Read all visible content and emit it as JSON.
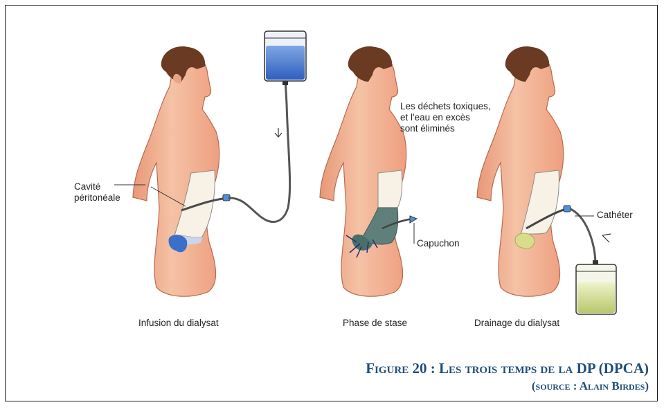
{
  "figure": {
    "labels": {
      "cavite": "Cavité\npéritonéale",
      "dechets": "Les déchets toxiques,\net l'eau en excès\nsont éliminés",
      "capuchon": "Capuchon",
      "catheter": "Cathéter"
    },
    "panels": [
      {
        "caption": "Infusion du dialysat"
      },
      {
        "caption": "Phase de stase"
      },
      {
        "caption": "Drainage du dialysat"
      }
    ],
    "colors": {
      "skin": "#f2b496",
      "skin_shadow": "#e08a6e",
      "hair": "#6b3a22",
      "dialysate_blue": "#3b6fc8",
      "stasis_gray": "#5f7f7b",
      "drain_yellow": "#d9dc8a"
    }
  },
  "caption": {
    "title": "Figure 20 : Les trois temps de la DP (DPCA)",
    "source": "(source : Alain Birdes)"
  }
}
